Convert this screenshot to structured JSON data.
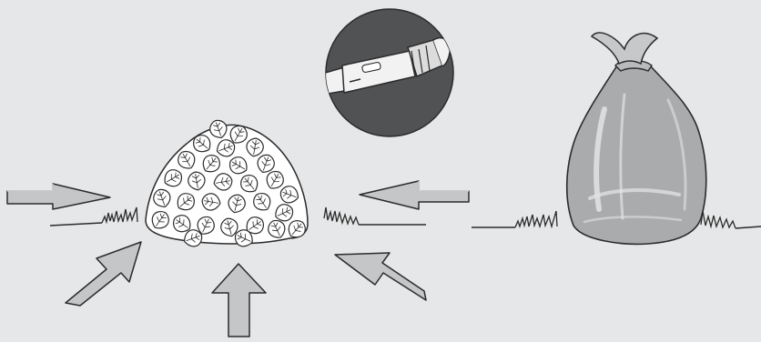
{
  "figure": {
    "theme": "leaf-pile-and-collection-bag",
    "colors": {
      "background": "#e6e7e8",
      "outline": "#2b2b2b",
      "arrow_fill": "#c4c6c8",
      "arrow_outline_light": "#f4f4f4",
      "inset_circle": "#505254",
      "leaf_fill": "#ffffff",
      "bag_fill": "#a9abad",
      "bag_highlight": "#e2e3e4"
    }
  },
  "icons": {
    "arrows": [
      "arrow-right",
      "arrow-up-right",
      "arrow-up",
      "arrow-up-left",
      "arrow-left"
    ],
    "nozzle_inset": "blower-nozzle-icon",
    "pile": "leaf-pile-icon",
    "bag": "collection-bag-icon",
    "grass": "grass-tuft-icon"
  }
}
